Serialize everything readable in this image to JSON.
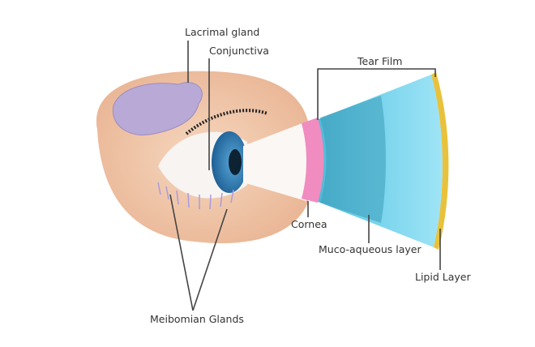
{
  "labels": {
    "lacrimal_gland": "Lacrimal gland",
    "conjunctiva": "Conjunctiva",
    "tear_film": "Tear Film",
    "cornea": "Cornea",
    "muco_aqueous": "Muco-aqueous layer",
    "lipid_layer": "Lipid Layer",
    "meibomian": "Meibomian Glands"
  },
  "colors": {
    "skin": "#f3cdb0",
    "gland": "#b8a9d6",
    "iris": "#2f7fb8",
    "cornea": "#f08cbf",
    "tear": "#7fd8ee",
    "lipid": "#e8c23c",
    "line": "#444444"
  }
}
